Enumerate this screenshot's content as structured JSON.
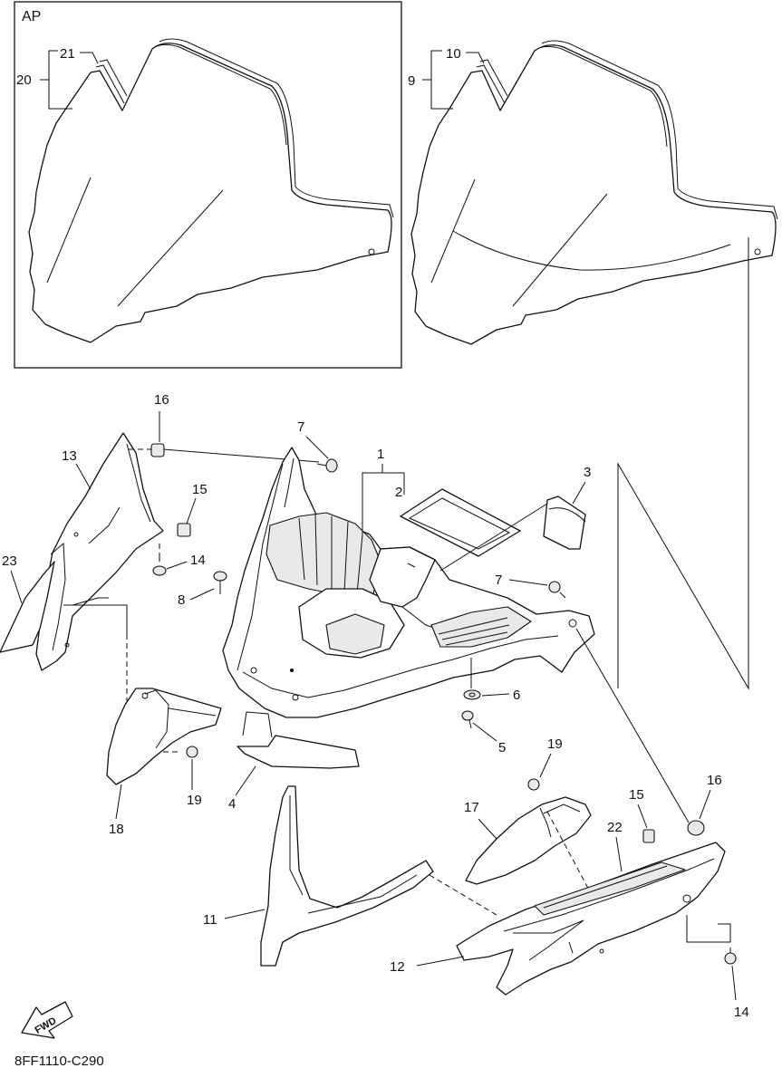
{
  "box_label": "AP",
  "footer_code": "8FF1110-C290",
  "fwd_label": "FWD",
  "callouts": {
    "c20": "20",
    "c21": "21",
    "c9": "9",
    "c10": "10",
    "c16a": "16",
    "c13": "13",
    "c15a": "15",
    "c14a": "14",
    "c23": "23",
    "c7a": "7",
    "c8": "8",
    "c1": "1",
    "c2": "2",
    "c3": "3",
    "c7b": "7",
    "c6": "6",
    "c5": "5",
    "c4": "4",
    "c18": "18",
    "c19a": "19",
    "c19b": "19",
    "c17": "17",
    "c15b": "15",
    "c16b": "16",
    "c22": "22",
    "c11": "11",
    "c12": "12",
    "c14b": "14"
  }
}
